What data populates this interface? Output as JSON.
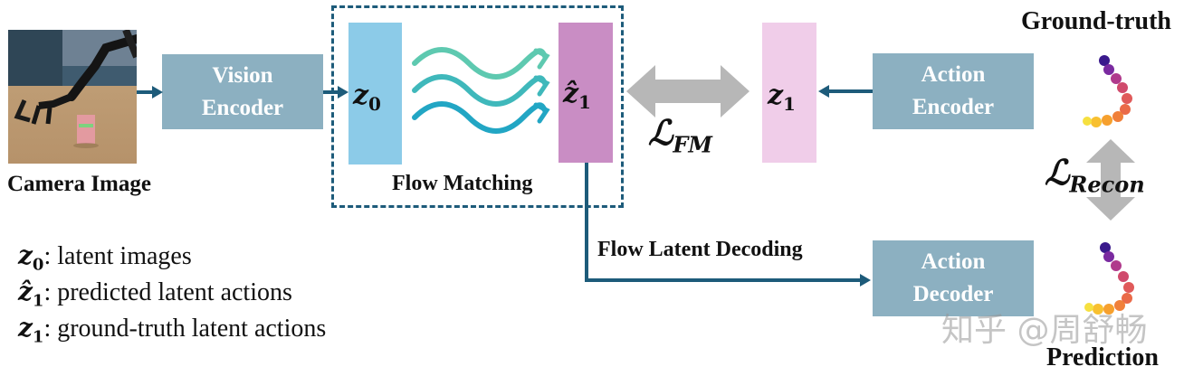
{
  "camera_label": "Camera Image",
  "vision_encoder": [
    "Vision",
    "Encoder"
  ],
  "flow_matching_label": "Flow Matching",
  "z0": "z",
  "z0_sub": "0",
  "z1_hat": "ẑ",
  "z1_hat_sub": "1",
  "z1": "z",
  "z1_sub": "1",
  "loss_fm": "ℒ",
  "loss_fm_sub": "FM",
  "loss_recon": "ℒ",
  "loss_recon_sub": "Recon",
  "action_encoder": [
    "Action",
    "Encoder"
  ],
  "action_decoder": [
    "Action",
    "Decoder"
  ],
  "ground_truth_label": "Ground-truth",
  "prediction_label": "Prediction",
  "flow_latent_decoding_label": "Flow Latent Decoding",
  "watermark": "知乎 @周舒畅",
  "legend": [
    {
      "sym": "z",
      "sub": "0",
      "text": ": latent images"
    },
    {
      "sym": "ẑ",
      "sub": "1",
      "text": ": predicted latent actions"
    },
    {
      "sym": "z",
      "sub": "1",
      "text": ": ground-truth latent actions"
    }
  ],
  "colors": {
    "box_blue": "#8cb0c1",
    "z0_fill": "#8ccbe8",
    "z1hat_fill": "#c98dc4",
    "z1_fill": "#f0cde9",
    "arrow_dark": "#1d5b7a",
    "double_arrow": "#b7b7b7",
    "wave_top": "#5ec9b0",
    "wave_bottom": "#22a6c4"
  }
}
